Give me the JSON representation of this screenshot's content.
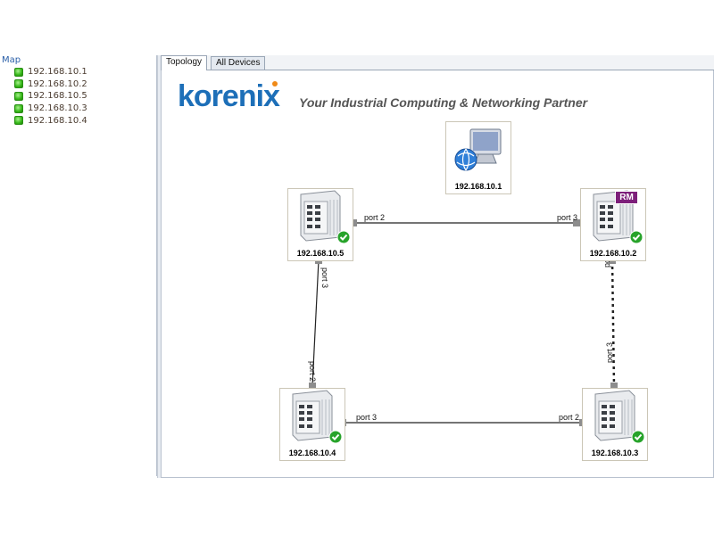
{
  "tree": {
    "root_label": "Map",
    "items": [
      {
        "label": "192.168.10.1"
      },
      {
        "label": "192.168.10.2"
      },
      {
        "label": "192.168.10.5"
      },
      {
        "label": "192.168.10.3"
      },
      {
        "label": "192.168.10.4"
      }
    ]
  },
  "tabs": [
    {
      "label": "Topology",
      "active": true
    },
    {
      "label": "All Devices",
      "active": false
    }
  ],
  "banner": {
    "logo_text": "korenix",
    "tagline": "Your Industrial Computing & Networking Partner",
    "brand_color": "#1d6fb8",
    "accent_color": "#f08a17"
  },
  "topology": {
    "nodes": [
      {
        "id": "pc",
        "label": "192.168.10.1",
        "icon": "computer-globe-icon"
      },
      {
        "id": "sw5",
        "label": "192.168.10.5",
        "icon": "switch-icon",
        "status": "ok"
      },
      {
        "id": "sw2",
        "label": "192.168.10.2",
        "icon": "switch-icon",
        "status": "ok",
        "badge": "RM"
      },
      {
        "id": "sw4",
        "label": "192.168.10.4",
        "icon": "switch-icon",
        "status": "ok"
      },
      {
        "id": "sw3",
        "label": "192.168.10.3",
        "icon": "switch-icon",
        "status": "ok"
      }
    ],
    "links": [
      {
        "from": "sw5",
        "from_port": "port 2",
        "to": "sw2",
        "to_port": "port 3",
        "style": "solid"
      },
      {
        "from": "sw5",
        "from_port": "port 3",
        "to": "sw4",
        "to_port": "port 2",
        "style": "solid"
      },
      {
        "from": "sw4",
        "from_port": "port 3",
        "to": "sw3",
        "to_port": "port 2",
        "style": "solid"
      },
      {
        "from": "sw2",
        "from_port": "port 2",
        "to": "sw3",
        "to_port": "port 3",
        "style": "dashed"
      }
    ]
  }
}
